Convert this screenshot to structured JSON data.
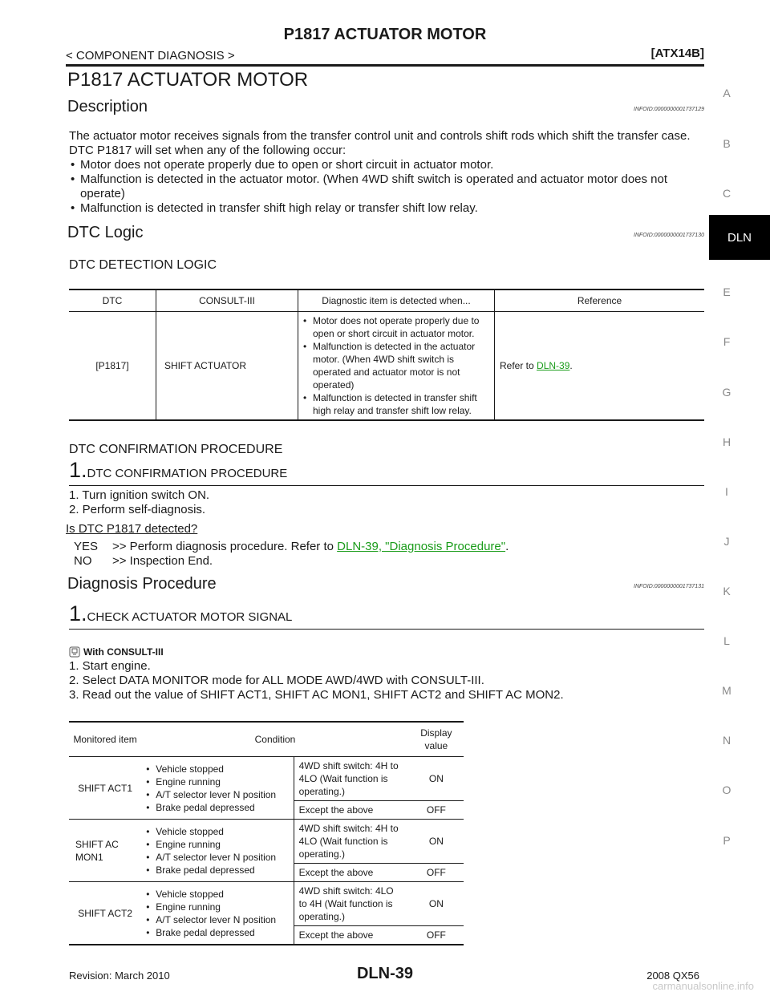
{
  "header": {
    "title": "P1817 ACTUATOR MOTOR",
    "section": "< COMPONENT DIAGNOSIS >",
    "model_code": "[ATX14B]"
  },
  "page_heading": "P1817 ACTUATOR MOTOR",
  "description": {
    "heading": "Description",
    "infoid": "INFOID:0000000001737129",
    "text": "The actuator motor receives signals from the transfer control unit and controls shift rods which shift the transfer case.  DTC P1817 will set when any of the following occur:",
    "bullets": [
      "Motor does not operate properly due to open or short circuit in actuator motor.",
      "Malfunction is detected in the actuator motor. (When 4WD shift switch is operated and actuator motor does not operate)",
      "Malfunction is detected in transfer shift high relay or transfer shift low relay."
    ]
  },
  "dtc_logic": {
    "heading": "DTC Logic",
    "infoid": "INFOID:0000000001737130",
    "detection_heading": "DTC DETECTION LOGIC",
    "table": {
      "headers": [
        "DTC",
        "CONSULT-III",
        "Diagnostic item is detected when...",
        "Reference"
      ],
      "row": {
        "dtc": "[P1817]",
        "consult": "SHIFT ACTUATOR",
        "conditions": [
          "Motor does not operate properly due to open or short circuit in actuator motor.",
          "Malfunction is detected in the actuator motor. (When 4WD shift switch is operated and actuator motor is not operated)",
          "Malfunction is detected in transfer shift high relay and transfer shift low relay."
        ],
        "reference_prefix": "Refer to ",
        "reference_link": "DLN-39",
        "reference_suffix": "."
      }
    },
    "confirmation_heading": "DTC CONFIRMATION PROCEDURE",
    "step": {
      "number": "1.",
      "title": "DTC CONFIRMATION PROCEDURE",
      "items": [
        "1.  Turn ignition switch ON.",
        "2.  Perform self-diagnosis."
      ],
      "question": "Is DTC P1817 detected?",
      "yes_label": "YES",
      "yes_text": ">> Perform diagnosis procedure. Refer to ",
      "yes_link": "DLN-39, \"Diagnosis Procedure\"",
      "yes_suffix": ".",
      "no_label": "NO",
      "no_text": ">> Inspection End."
    }
  },
  "diagnosis": {
    "heading": "Diagnosis Procedure",
    "infoid": "INFOID:0000000001737131",
    "step": {
      "number": "1.",
      "title": "CHECK ACTUATOR MOTOR SIGNAL"
    },
    "with_consult": "With CONSULT-III",
    "items": [
      "1.  Start engine.",
      "2.  Select DATA MONITOR mode for ALL MODE AWD/4WD with CONSULT-III.",
      "3.  Read out the value of SHIFT ACT1, SHIFT AC MON1, SHIFT ACT2 and SHIFT AC MON2."
    ],
    "monitor_table": {
      "headers": [
        "Monitored item",
        "Condition",
        "Display value"
      ],
      "rows": [
        {
          "item": "SHIFT ACT1",
          "conditions": [
            "Vehicle stopped",
            "Engine running",
            "A/T selector lever N position",
            "Brake pedal depressed"
          ],
          "sub": [
            {
              "cond": "4WD shift switch: 4H to 4LO (Wait function is operating.)",
              "value": "ON"
            },
            {
              "cond": "Except the above",
              "value": "OFF"
            }
          ]
        },
        {
          "item": "SHIFT AC MON1",
          "conditions": [
            "Vehicle stopped",
            "Engine running",
            "A/T selector lever N position",
            "Brake pedal depressed"
          ],
          "sub": [
            {
              "cond": "4WD shift switch: 4H to 4LO (Wait function is operating.)",
              "value": "ON"
            },
            {
              "cond": "Except the above",
              "value": "OFF"
            }
          ]
        },
        {
          "item": "SHIFT ACT2",
          "conditions": [
            "Vehicle stopped",
            "Engine running",
            "A/T selector lever N position",
            "Brake pedal depressed"
          ],
          "sub": [
            {
              "cond": "4WD shift switch: 4LO to 4H (Wait function is operating.)",
              "value": "ON"
            },
            {
              "cond": "Except the above",
              "value": "OFF"
            }
          ]
        }
      ]
    }
  },
  "side_index": {
    "letters": [
      "A",
      "B",
      "C",
      "DLN",
      "E",
      "F",
      "G",
      "H",
      "I",
      "J",
      "K",
      "L",
      "M",
      "N",
      "O",
      "P"
    ],
    "active": "DLN"
  },
  "footer": {
    "revision": "Revision: March 2010",
    "page": "DLN-39",
    "model": "2008 QX56",
    "watermark": "carmanualsonline.info"
  }
}
